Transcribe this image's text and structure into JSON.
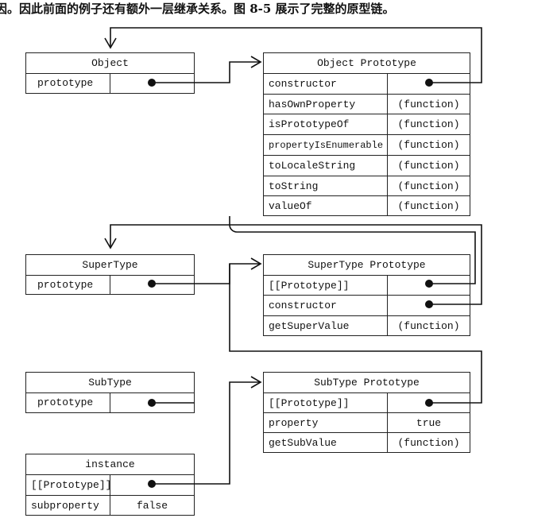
{
  "caption": "因。因此前面的例子还有额外一层继承关系。图 8-5 展示了完整的原型链。",
  "object": {
    "title": "Object",
    "rows": [
      {
        "key": "prototype",
        "value": ""
      }
    ]
  },
  "object_prototype": {
    "title": "Object Prototype",
    "rows": [
      {
        "key": "constructor",
        "value": ""
      },
      {
        "key": "hasOwnProperty",
        "value": "(function)"
      },
      {
        "key": "isPrototypeOf",
        "value": "(function)"
      },
      {
        "key": "propertyIsEnumerable",
        "value": "(function)"
      },
      {
        "key": "toLocaleString",
        "value": "(function)"
      },
      {
        "key": "toString",
        "value": "(function)"
      },
      {
        "key": "valueOf",
        "value": "(function)"
      }
    ]
  },
  "supertype": {
    "title": "SuperType",
    "rows": [
      {
        "key": "prototype",
        "value": ""
      }
    ]
  },
  "supertype_prototype": {
    "title": "SuperType Prototype",
    "rows": [
      {
        "key": "[[Prototype]]",
        "value": ""
      },
      {
        "key": "constructor",
        "value": ""
      },
      {
        "key": "getSuperValue",
        "value": "(function)"
      }
    ]
  },
  "subtype": {
    "title": "SubType",
    "rows": [
      {
        "key": "prototype",
        "value": ""
      }
    ]
  },
  "subtype_prototype": {
    "title": "SubType Prototype",
    "rows": [
      {
        "key": "[[Prototype]]",
        "value": ""
      },
      {
        "key": "property",
        "value": "true"
      },
      {
        "key": "getSubValue",
        "value": "(function)"
      }
    ]
  },
  "instance": {
    "title": "instance",
    "rows": [
      {
        "key": "[[Prototype]]",
        "value": ""
      },
      {
        "key": "subproperty",
        "value": "false"
      }
    ]
  }
}
